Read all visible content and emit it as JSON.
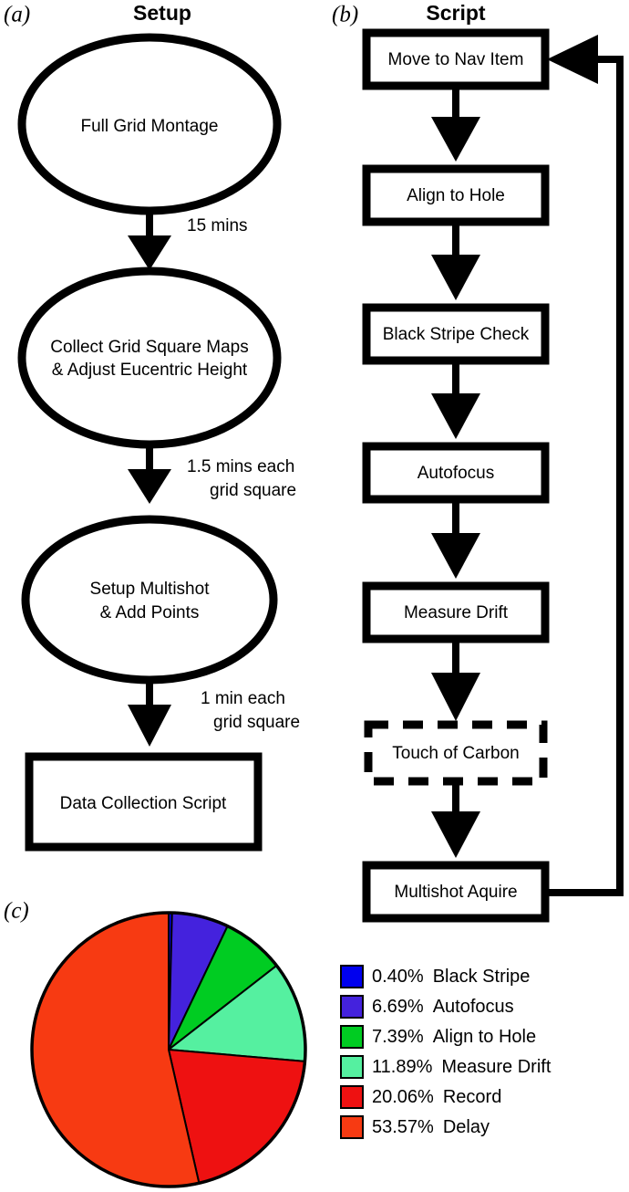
{
  "figure": {
    "panels": [
      {
        "id": "a",
        "label": "(a)",
        "heading": "Setup"
      },
      {
        "id": "b",
        "label": "(b)",
        "heading": "Script"
      },
      {
        "id": "c",
        "label": "(c)",
        "heading": ""
      }
    ]
  },
  "setup_flow": {
    "nodes": [
      {
        "id": "full-grid-montage",
        "shape": "ellipse",
        "lines": [
          "Full Grid Montage"
        ]
      },
      {
        "id": "collect-grid-square-maps",
        "shape": "ellipse",
        "lines": [
          "Collect Grid Square Maps",
          "&  Adjust Eucentric Height"
        ]
      },
      {
        "id": "setup-multishot",
        "shape": "ellipse",
        "lines": [
          "Setup Multishot",
          "& Add Points"
        ]
      },
      {
        "id": "data-collection-script",
        "shape": "rect",
        "lines": [
          "Data Collection Script"
        ]
      }
    ],
    "edges": [
      {
        "id": "edge-montage-to-maps",
        "lines": [
          "15 mins"
        ]
      },
      {
        "id": "edge-maps-to-multishot",
        "lines": [
          "1.5 mins each",
          "grid square"
        ]
      },
      {
        "id": "edge-multishot-to-script",
        "lines": [
          "1 min each",
          "grid square"
        ]
      }
    ]
  },
  "script_flow": {
    "nodes": [
      {
        "id": "move-to-nav-item",
        "label": "Move to Nav Item",
        "style": "solid"
      },
      {
        "id": "align-to-hole",
        "label": "Align to Hole",
        "style": "solid"
      },
      {
        "id": "black-stripe-check",
        "label": "Black Stripe Check",
        "style": "solid"
      },
      {
        "id": "autofocus",
        "label": "Autofocus",
        "style": "solid"
      },
      {
        "id": "measure-drift",
        "label": "Measure Drift",
        "style": "solid"
      },
      {
        "id": "touch-of-carbon",
        "label": "Touch of Carbon",
        "style": "dashed"
      },
      {
        "id": "multishot-aquire",
        "label": "Multishot Aquire",
        "style": "solid"
      }
    ],
    "loop_edge": {
      "id": "loop-back-to-move-to-nav-item",
      "label": ""
    }
  },
  "chart_data": {
    "type": "pie",
    "title": "",
    "start_angle_deg": 0,
    "direction": "clockwise",
    "legend_position": "right",
    "total": 100.0,
    "labels": [
      "Black Stripe",
      "Autofocus",
      "Align to Hole",
      "Measure Drift",
      "Record",
      "Delay"
    ],
    "values": [
      0.4,
      6.69,
      7.39,
      11.89,
      20.06,
      53.57
    ],
    "value_texts": [
      "0.40%",
      "6.69%",
      "7.39%",
      "11.89%",
      "20.06%",
      "53.57%"
    ],
    "colors": [
      "#0000ee",
      "#4422dd",
      "#00cc22",
      "#55f0a0",
      "#ee1111",
      "#f73a12"
    ],
    "slices": [
      {
        "label": "Black Stripe",
        "value": 0.4,
        "value_text": "0.40%",
        "color": "#0000ee"
      },
      {
        "label": "Autofocus",
        "value": 6.69,
        "value_text": "6.69%",
        "color": "#4422dd"
      },
      {
        "label": "Align to Hole",
        "value": 7.39,
        "value_text": "7.39%",
        "color": "#00cc22"
      },
      {
        "label": "Measure Drift",
        "value": 11.89,
        "value_text": "11.89%",
        "color": "#55f0a0"
      },
      {
        "label": "Record",
        "value": 20.06,
        "value_text": "20.06%",
        "color": "#ee1111"
      },
      {
        "label": "Delay",
        "value": 53.57,
        "value_text": "53.57%",
        "color": "#f73a12"
      }
    ]
  }
}
